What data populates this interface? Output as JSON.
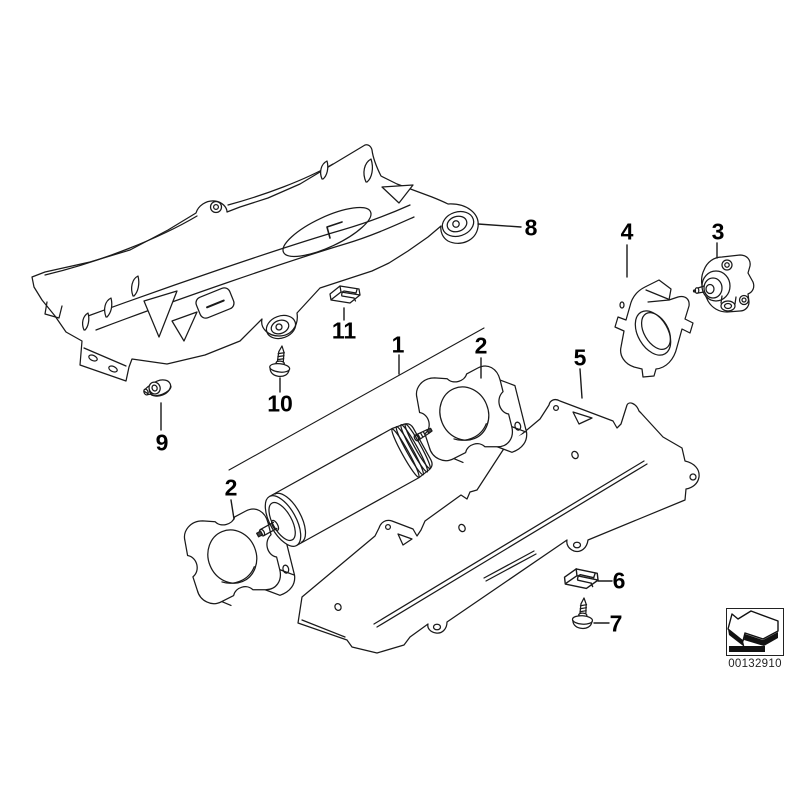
{
  "diagram": {
    "background": "#ffffff",
    "line_color": "#1a1a1a",
    "callouts": {
      "c1": "1",
      "c2a": "2",
      "c2b": "2",
      "c3": "3",
      "c4": "4",
      "c5": "5",
      "c6": "6",
      "c7": "7",
      "c8": "8",
      "c9": "9",
      "c10": "10",
      "c11": "11"
    },
    "stamp": {
      "number": "00132910",
      "arrow_icon": "arrow-down-left-3d"
    }
  }
}
